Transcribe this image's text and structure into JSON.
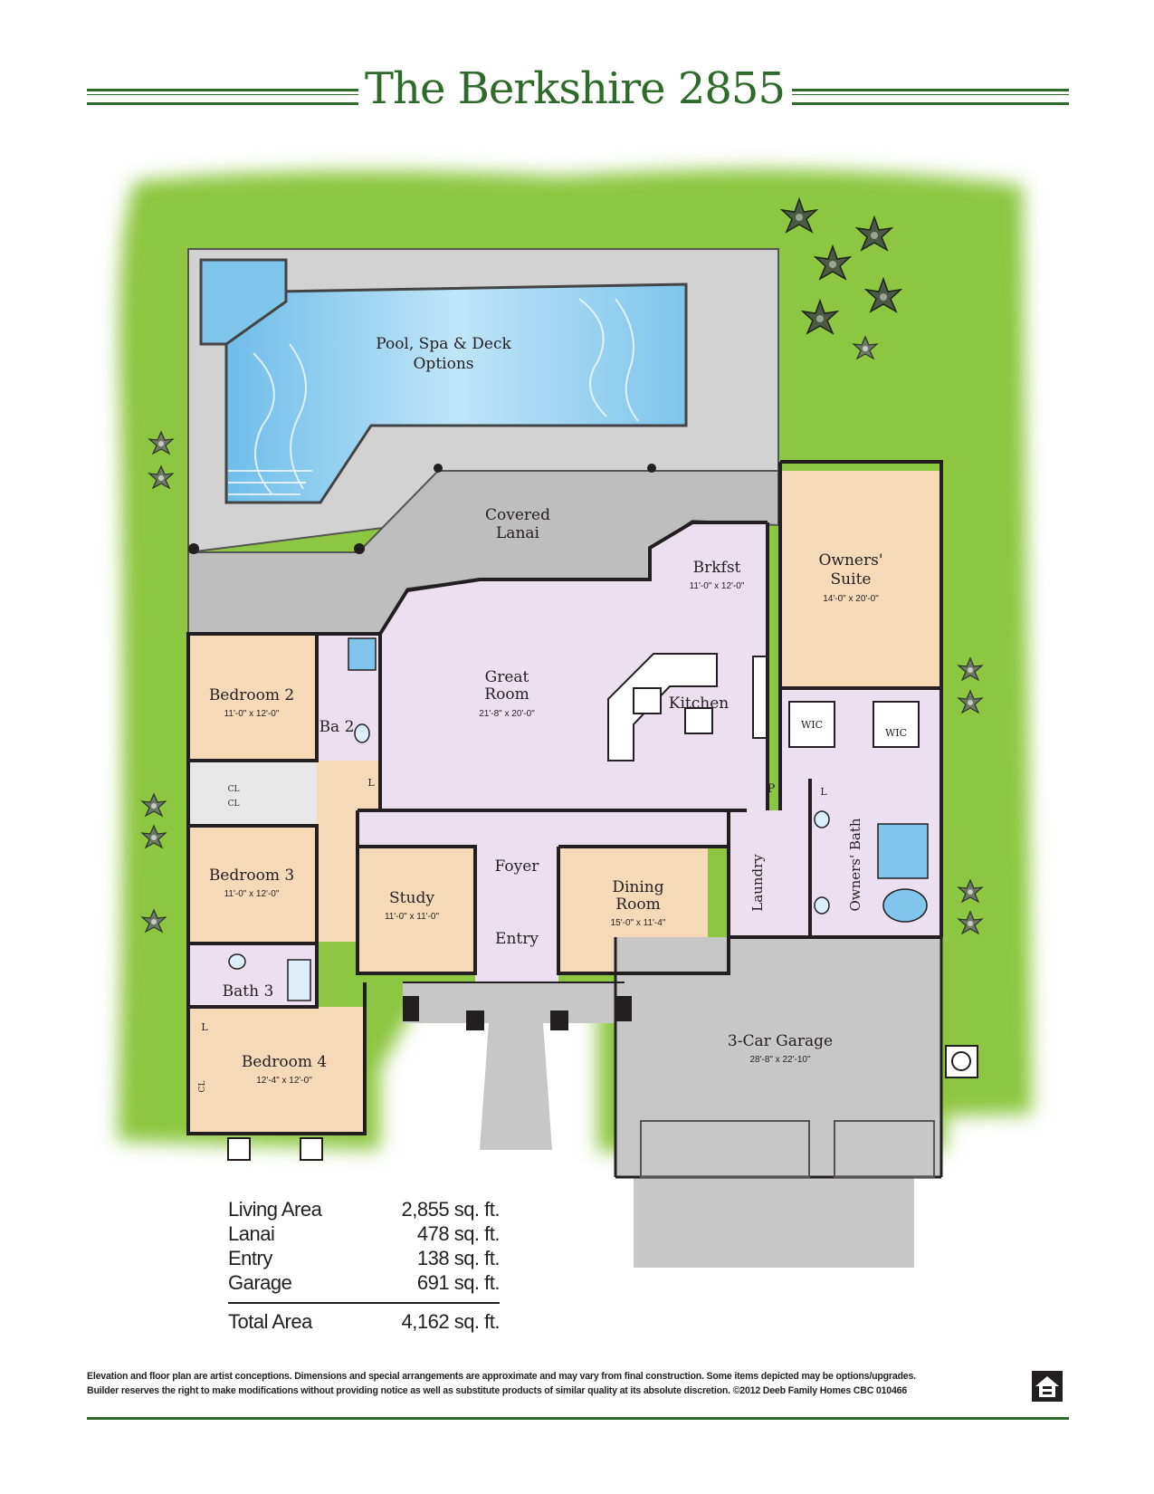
{
  "title": "The Berkshire 2855",
  "colors": {
    "brand_green": "#2e6b2a",
    "lawn": "#8dc63f",
    "bedroom": "#f6d9b6",
    "living": "#ece0f0",
    "pool": "#a9dcf6",
    "deck": "#d2d2d2",
    "garage": "#c7c7c7",
    "wall": "#231f20"
  },
  "rooms": {
    "pool": {
      "line1": "Pool, Spa & Deck",
      "line2": "Options"
    },
    "lanai": {
      "line1": "Covered",
      "line2": "Lanai"
    },
    "brkfst": {
      "name": "Brkfst",
      "dims": "11'-0\" x 12'-0\""
    },
    "owners_suite": {
      "line1": "Owners'",
      "line2": "Suite",
      "dims": "14'-0\" x 20'-0\""
    },
    "great_room": {
      "line1": "Great",
      "line2": "Room",
      "dims": "21'-8\" x 20'-0\""
    },
    "kitchen": {
      "name": "Kitchen"
    },
    "bedroom2": {
      "name": "Bedroom 2",
      "dims": "11'-0\" x 12'-0\""
    },
    "ba2": {
      "name": "Ba 2"
    },
    "bedroom3": {
      "name": "Bedroom 3",
      "dims": "11'-0\" x 12'-0\""
    },
    "study": {
      "name": "Study",
      "dims": "11'-0\" x 11'-0\""
    },
    "foyer": {
      "name": "Foyer"
    },
    "entry": {
      "name": "Entry"
    },
    "dining": {
      "line1": "Dining",
      "line2": "Room",
      "dims": "15'-0\" x 11'-4\""
    },
    "laundry": {
      "name": "Laundry"
    },
    "owners_bath": {
      "name": "Owners' Bath"
    },
    "wic1": {
      "name": "WIC"
    },
    "wic2": {
      "name": "WIC"
    },
    "pantry": {
      "name": "P"
    },
    "bath3": {
      "name": "Bath 3"
    },
    "bedroom4": {
      "name": "Bedroom 4",
      "dims": "12'-4\" x 12'-0\""
    },
    "garage": {
      "name": "3-Car Garage",
      "dims": "28'-8\" x 22'-10\""
    },
    "linen_a": {
      "name": "L"
    },
    "linen_b": {
      "name": "L"
    },
    "linen_c": {
      "name": "L"
    },
    "closet_a": {
      "name": "CL"
    },
    "closet_b": {
      "name": "CL"
    },
    "closet_c": {
      "name": "CL"
    }
  },
  "areas": [
    {
      "label": "Living Area",
      "value": "2,855 sq. ft."
    },
    {
      "label": "Lanai",
      "value": "478 sq. ft."
    },
    {
      "label": "Entry",
      "value": "138 sq. ft."
    },
    {
      "label": "Garage",
      "value": "691 sq. ft."
    }
  ],
  "total": {
    "label": "Total Area",
    "value": "4,162 sq. ft."
  },
  "disclaimer": {
    "line1": "Elevation and floor plan are artist conceptions. Dimensions and special arrangements are approximate and may vary from final construction. Some items depicted may be options/upgrades.",
    "line2": "Builder reserves the right to make modifications without providing notice as well as substitute products of similar quality at its absolute discretion. ©2012 Deeb Family Homes   CBC 010466"
  },
  "icons": {
    "equal_housing": "equal-housing-icon",
    "plant": "plant-icon"
  }
}
